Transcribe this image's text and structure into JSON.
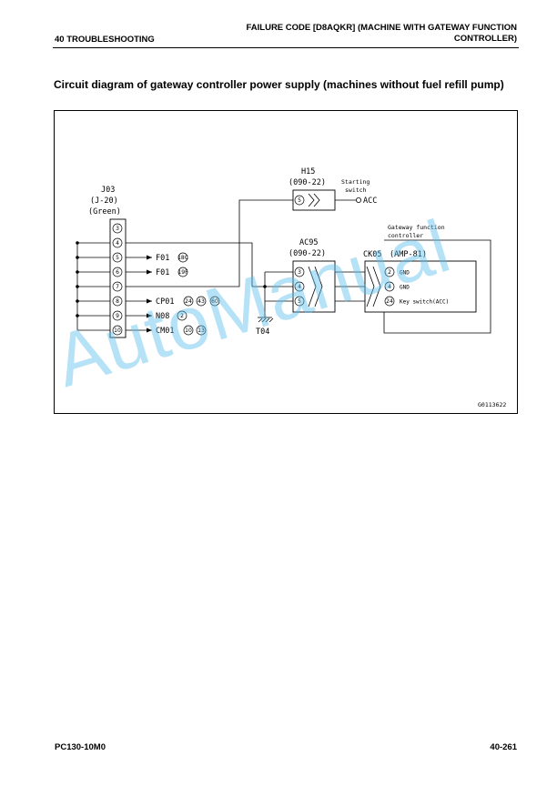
{
  "header": {
    "section": "40 TROUBLESHOOTING",
    "title_line1": "FAILURE CODE [D8AQKR] (MACHINE WITH GATEWAY FUNCTION",
    "title_line2": "CONTROLLER)"
  },
  "heading": "Circuit diagram of gateway controller power supply (machines without fuel refill pump)",
  "diagram": {
    "j03": {
      "name": "J03",
      "part": "(J-20)",
      "color": "(Green)",
      "pins": [
        "3",
        "4",
        "5",
        "6",
        "7",
        "8",
        "9",
        "10"
      ],
      "dest_5": "F01",
      "dest_5_ref": "18C",
      "dest_6": "F01",
      "dest_6_ref": "19F",
      "dest_8": "CP01",
      "dest_8_refs": [
        "24",
        "43",
        "60"
      ],
      "dest_9": "N08",
      "dest_9_ref": "2",
      "dest_10": "CM01",
      "dest_10_refs": [
        "10",
        "13"
      ]
    },
    "h15": {
      "name": "H15",
      "part": "(090-22)",
      "switch_label_1": "Starting",
      "switch_label_2": "switch",
      "pin": "5",
      "terminal": "ACC"
    },
    "ac95": {
      "name": "AC95",
      "part": "(090-22)",
      "pins": [
        "3",
        "4",
        "5"
      ]
    },
    "t04": {
      "name": "T04"
    },
    "ck05": {
      "controller_1": "Gateway function",
      "controller_2": "controller",
      "name": "CK05",
      "part": "(AMP-81)",
      "pins": [
        "2",
        "4",
        "24"
      ],
      "signals": [
        "GND",
        "GND",
        "Key switch(ACC)"
      ]
    },
    "figure_id": "G0113622"
  },
  "watermark": "AutoManual",
  "footer": {
    "model": "PC130-10M0",
    "page": "40-261"
  }
}
